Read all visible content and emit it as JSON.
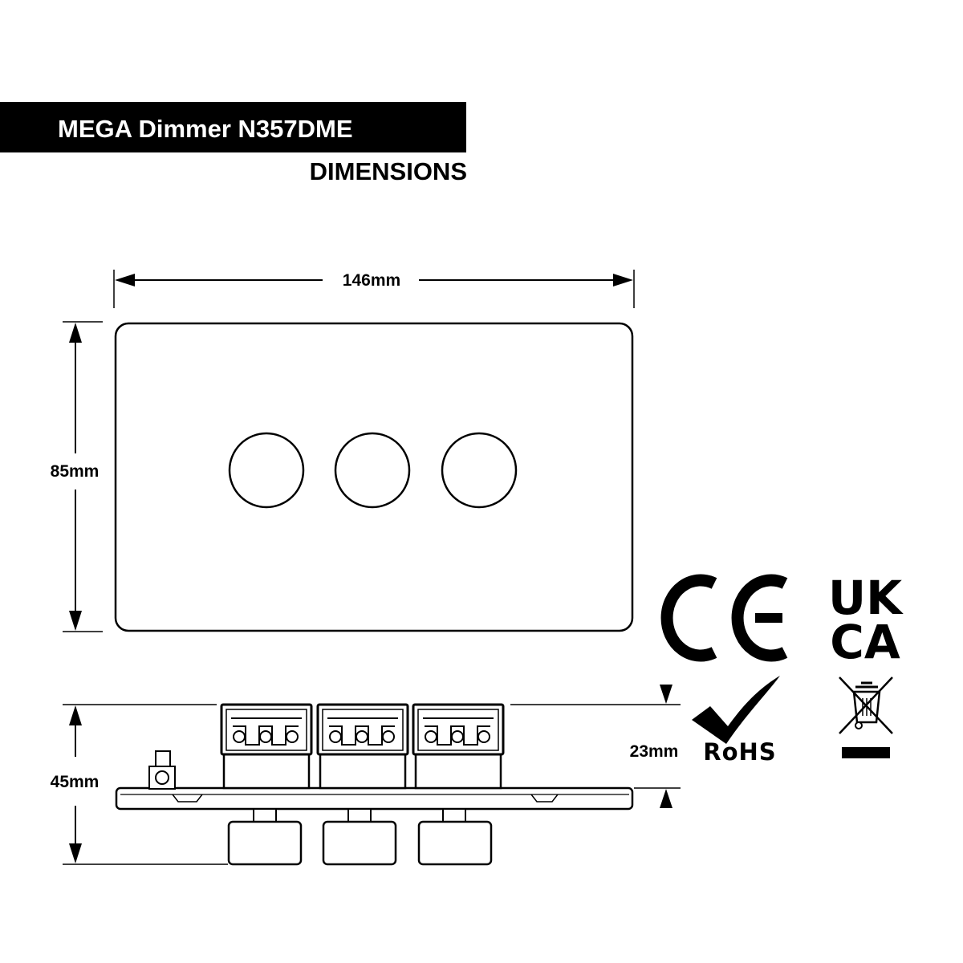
{
  "header": {
    "title": "MEGA Dimmer N357DME",
    "subtitle": "DIMENSIONS"
  },
  "dimensions": {
    "width": "146mm",
    "height": "85mm",
    "depth_total": "45mm",
    "depth_back": "23mm"
  },
  "front_view": {
    "knob_count": 3
  },
  "side_view": {
    "terminal_block_count": 3,
    "knob_count": 3
  },
  "certifications": {
    "ce": "CE",
    "ukca_line1": "UK",
    "ukca_line2": "CA",
    "rohs": "RoHS",
    "weee_icon": "crossed-out-wheelie-bin-icon"
  }
}
